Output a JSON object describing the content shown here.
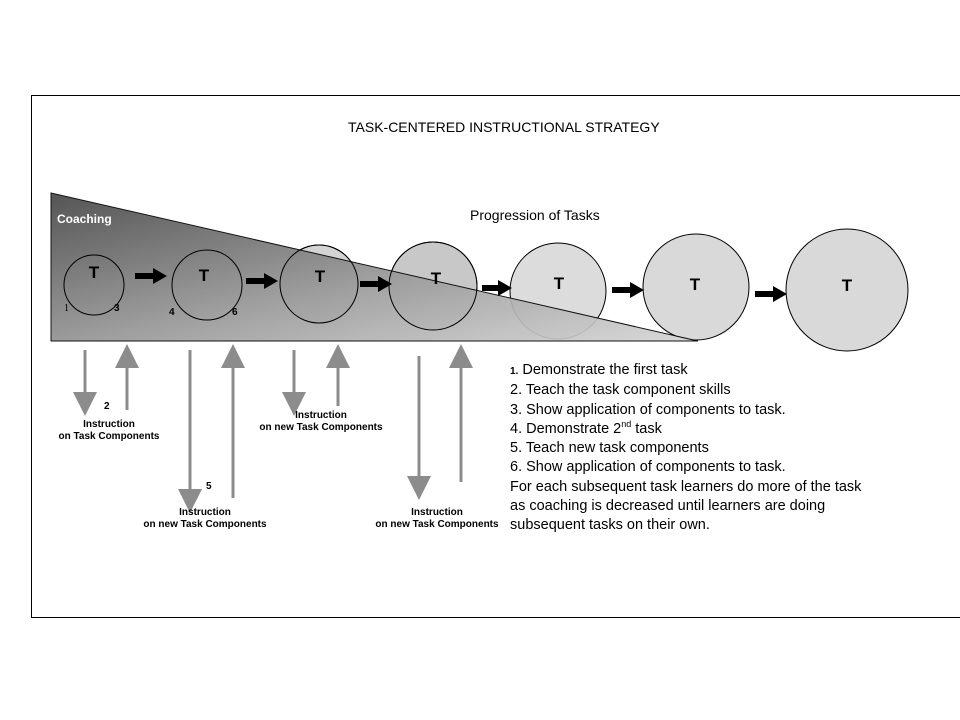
{
  "title": "TASK-CENTERED INSTRUCTIONAL STRATEGY",
  "coaching_label": "Coaching",
  "progression_label": "Progression of Tasks",
  "task_letter": "T",
  "numbers": {
    "n1": "1",
    "n2": "2",
    "n3": "3",
    "n4": "4",
    "n5": "5",
    "n6": "6"
  },
  "instruction_labels": {
    "first": {
      "line1": "Instruction",
      "line2": "on Task Components"
    },
    "new_a": {
      "line1": "Instruction",
      "line2": "on new Task Components"
    },
    "new_b": {
      "line1": "Instruction",
      "line2": "on new Task Components"
    },
    "new_c": {
      "line1": "Instruction",
      "line2": "on new Task Components"
    }
  },
  "steps": {
    "s1_num": "1.",
    "s1_text": " Demonstrate the first task",
    "s2": "2. Teach the task component skills",
    "s3": "3. Show application of components to task.",
    "s4_prefix": "4. Demonstrate 2",
    "s4_sup": "nd",
    "s4_suffix": " task",
    "s5": "5. Teach new task components",
    "s6": "6.  Show application of components to task.",
    "p1": "For each subsequent task learners do more of the task",
    "p2": "as coaching is decreased until learners are doing",
    "p3": "subsequent tasks on their own."
  },
  "colors": {
    "wedge_dark": "#4a4a4a",
    "wedge_light": "#d0d0d0",
    "circle_fill": "#d8d8d8",
    "arrow_gray": "#8c8c8c",
    "arrow_black": "#000000"
  }
}
